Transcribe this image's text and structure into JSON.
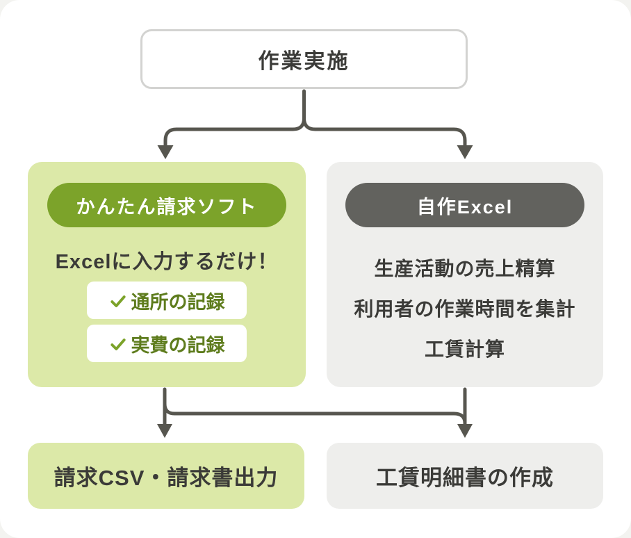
{
  "diagram": {
    "top_node": {
      "label": "作業実施"
    },
    "left_branch": {
      "badge": "かんたん請求ソフト",
      "headline": "Excelに入力するだけ！",
      "items": [
        {
          "label": "通所の記録"
        },
        {
          "label": "実費の記録"
        }
      ],
      "result": "請求CSV・請求書出力"
    },
    "right_branch": {
      "badge": "自作Excel",
      "lines": [
        "生産活動の売上精算",
        "利用者の作業時間を集計",
        "工賃計算"
      ],
      "result": "工賃明細書の作成"
    },
    "icons": {
      "check": "check-icon",
      "arrow": "arrow-down"
    },
    "colors": {
      "accent_green": "#7ca32a",
      "panel_green": "#dce9a8",
      "check_text_green": "#5e7c1d",
      "pill_gray": "#62625e",
      "panel_gray": "#eeeeec",
      "connector_gray": "#57564f",
      "text_dark": "#3b3b38",
      "border_gray": "#d3d3d1"
    }
  }
}
